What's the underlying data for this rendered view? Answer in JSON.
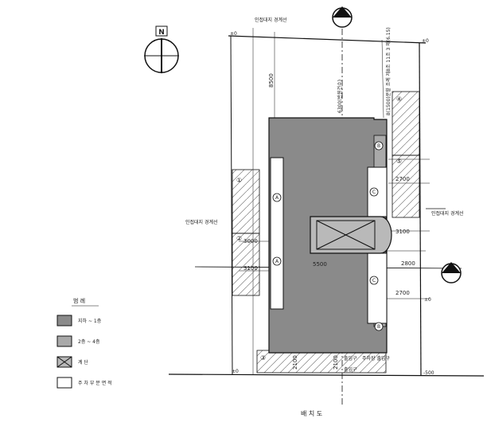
{
  "title": "배 치 도",
  "north": {
    "label": "N"
  },
  "top_labels": {
    "boundary_top": "인접대지 경계선",
    "height_note_1": "6300(반원건수)",
    "height_note_2": "8(1500)분할 조례 제8조 11조 3 제(6.15)"
  },
  "side_labels": {
    "left_boundary": "인접대지 경계선",
    "right_boundary": "인접대지 경계선"
  },
  "levels": {
    "tl": "±0",
    "tr": "±0",
    "br_mid": "±0",
    "bl": "±0",
    "bottom_right": "-500"
  },
  "dimensions": {
    "d8500": "8500",
    "d2700a": "2700",
    "d3100r": "3100",
    "d2800": "2800",
    "d2700b": "2700",
    "d3000": "3000",
    "d3100l": "3100",
    "d5500": "5500",
    "d2100": "2100",
    "d2100b": "2100"
  },
  "markers": {
    "A1": "A",
    "A2": "A",
    "B1": "B",
    "B2": "B",
    "C1": "C",
    "C2": "C",
    "n1": "①",
    "n2": "②",
    "n3": "③",
    "n4": "④",
    "n5": "⑤"
  },
  "bottom_notes": {
    "entry1": "출입구",
    "entry2": "출입구",
    "parking": "주차장 출입구"
  },
  "legend": {
    "heading": "범 례",
    "items": [
      {
        "label": "지하 ~ 1층"
      },
      {
        "label": "2층 ~ 4층"
      },
      {
        "label": "계 단"
      },
      {
        "label": "주 차 부 분 면 적"
      }
    ]
  }
}
